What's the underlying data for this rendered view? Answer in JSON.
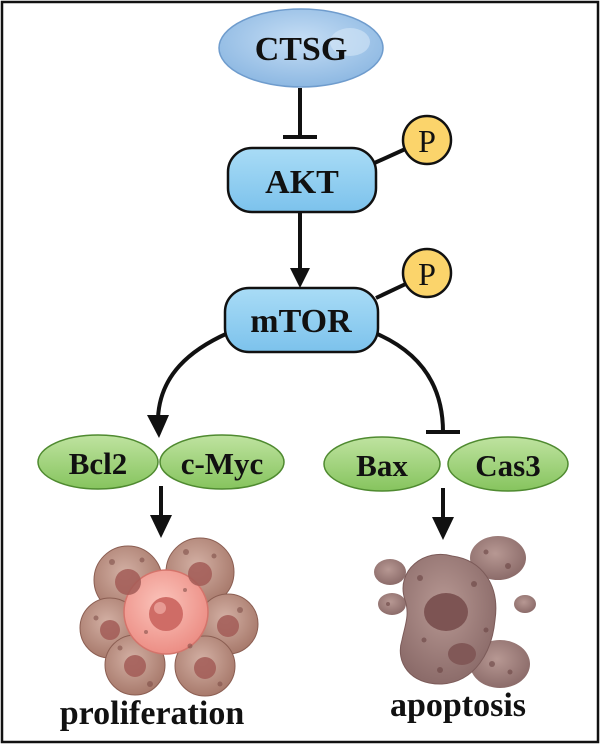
{
  "nodes": {
    "ctsg": "CTSG",
    "akt": "AKT",
    "mtor": "mTOR",
    "bcl2": "Bcl2",
    "cmyc": "c-Myc",
    "bax": "Bax",
    "cas3": "Cas3"
  },
  "phospho_label": "P",
  "outcomes": {
    "left": "proliferation",
    "right": "apoptosis"
  },
  "colors": {
    "ctsg_fill": "#9fc5ea",
    "kinase_fill": "#8ecdf0",
    "effector_fill": "#9fd27a",
    "phospho_fill": "#fbd46b",
    "proliferating_cell": "#b98c7f",
    "dividing_cell": "#f0a49a",
    "apoptotic_cell": "#9a7a78",
    "line": "#111111"
  },
  "edges": [
    {
      "from": "CTSG",
      "to": "AKT",
      "type": "inhibition"
    },
    {
      "from": "AKT",
      "to": "mTOR",
      "type": "activation"
    },
    {
      "from": "mTOR",
      "to": "Bcl2/c-Myc",
      "type": "activation"
    },
    {
      "from": "mTOR",
      "to": "Bax/Cas3",
      "type": "inhibition"
    },
    {
      "from": "Bcl2/c-Myc",
      "to": "proliferation",
      "type": "activation"
    },
    {
      "from": "Bax/Cas3",
      "to": "apoptosis",
      "type": "activation"
    }
  ]
}
